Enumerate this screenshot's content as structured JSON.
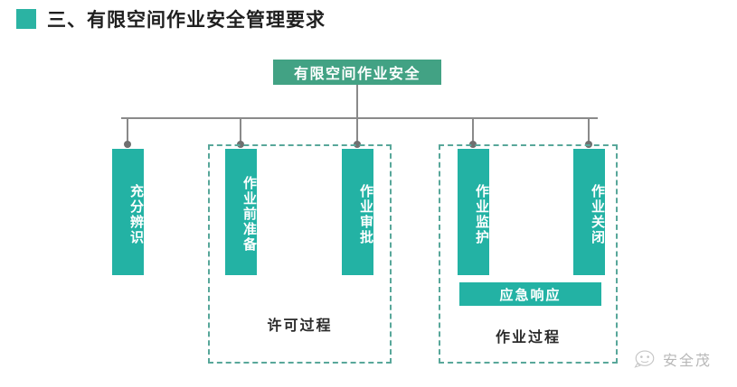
{
  "heading": {
    "bullet_color": "#2bb3a3",
    "text": "三、有限空间作业安全管理要求"
  },
  "diagram": {
    "root": {
      "label": "有限空间作业安全",
      "color": "#42a284"
    },
    "node_color": "#23b2a4",
    "group_border_color": "#58a79a",
    "connector_color": "#8a8a8a",
    "nodes": [
      {
        "label": "充分辨识"
      },
      {
        "label": "作业前准备"
      },
      {
        "label": "作业审批"
      },
      {
        "label": "作业监护"
      },
      {
        "label": "作业关闭"
      }
    ],
    "groups": [
      {
        "label": "许可过程"
      },
      {
        "label": "作业过程"
      }
    ],
    "emergency": {
      "label": "应急响应",
      "color": "#23b2a4"
    }
  },
  "watermark": {
    "text": "安全茂"
  }
}
